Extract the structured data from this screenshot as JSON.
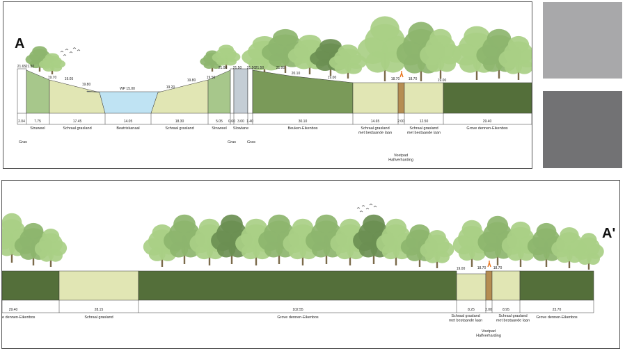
{
  "colors": {
    "swatch_light": "#a8a8aa",
    "swatch_dark": "#727274",
    "grassland": "#e1e6b4",
    "shrub": "#a7c78b",
    "water": "#bfe3f3",
    "forest_dark": "#546f3a",
    "beech_forest": "#7a9a59",
    "path": "#b58d52",
    "slow_lane": "#c4cdd5",
    "tree_light": "#a9cf86",
    "tree_mid": "#8db56e",
    "tree_dark": "#6b8f52"
  },
  "section_a": {
    "label": "A",
    "heights": [
      "21.65",
      "21.30",
      "19.70",
      "19.05",
      "19.80",
      "WP 15.00",
      "19.20",
      "19.80",
      "19.50",
      "21.00",
      "21.50",
      "21.50",
      "21.50",
      "21.00",
      "20.10",
      "19.00",
      "18.70",
      "18.70",
      "19.00"
    ],
    "widths": [
      "2.04",
      "7.75",
      "17.45",
      "14.05",
      "18.30",
      "5.05",
      "0.60",
      "3.00",
      "1.40",
      "30.10",
      "14.65",
      "2.00",
      "12.50",
      "29.40"
    ],
    "zones": [
      "Gras",
      "Struweel",
      "Schraal grasland",
      "Beatrixkanaal",
      "Schraal grasland",
      "Struweel",
      "Gras",
      "Slowlane",
      "Gras",
      "Beuken-Eikenbos",
      "Schraal grasland\nmet bestaande laan",
      "Voetpad\nHalfverharding",
      "Schraal grasland\nmet bestaande laan",
      "Grove dennen-Eikenbos"
    ]
  },
  "section_b": {
    "label": "A'",
    "heights": [
      "19.00",
      "18.70",
      "18.70"
    ],
    "widths": [
      "29.40",
      "28.15",
      "102.55",
      "8.25",
      "2.00",
      "8.95",
      "23.70"
    ],
    "zones": [
      "e dennen-Eikenbos",
      "Schraal grasland",
      "Grove dennen-Eikenbos",
      "Schraal grasland\nmet bestaande laan",
      "Voetpad\nHalfverharding",
      "Schraal grasland\nmet bestaande laan",
      "Grove dennen-Eikenbos"
    ]
  }
}
